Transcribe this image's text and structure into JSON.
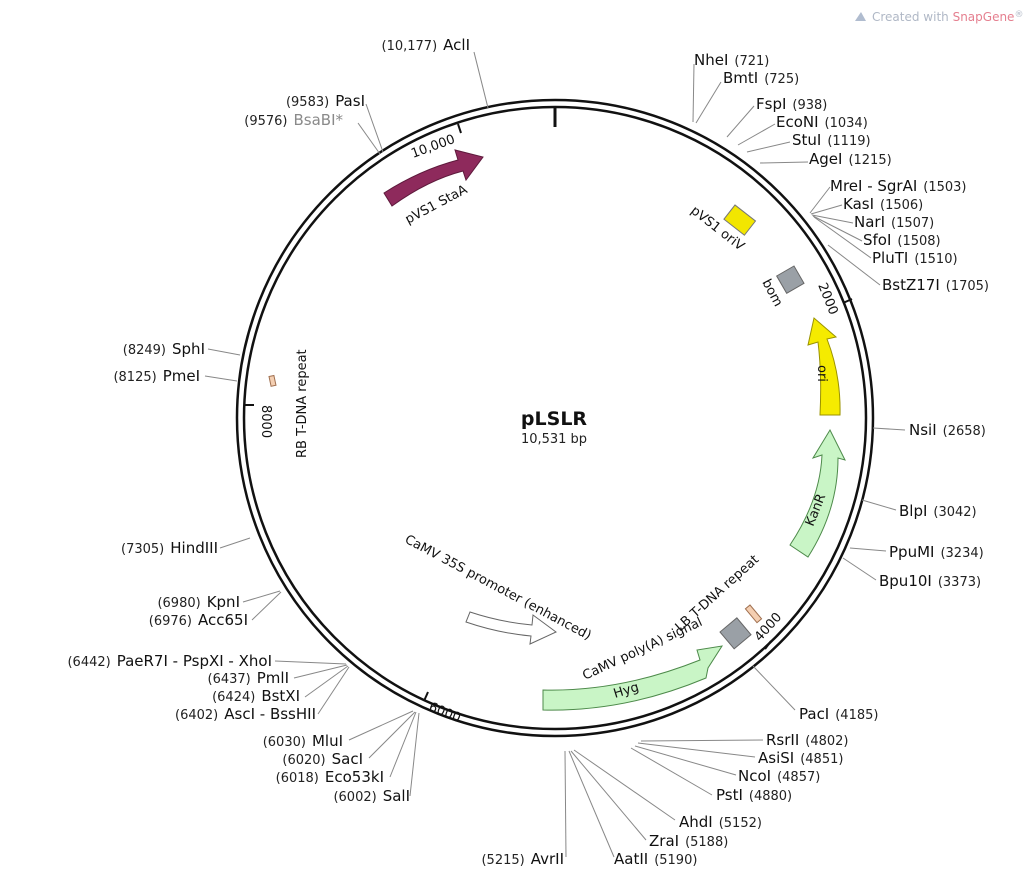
{
  "plasmid": {
    "name": "pLSLR",
    "size_label": "10,531 bp",
    "length_bp": 10531
  },
  "watermark": {
    "prefix": "Created with ",
    "brand": "SnapGene",
    "mark": "®"
  },
  "ticks": [
    {
      "bp": 2000,
      "label": "2000"
    },
    {
      "bp": 4000,
      "label": "4000"
    },
    {
      "bp": 6000,
      "label": "6000"
    },
    {
      "bp": 8000,
      "label": "8000"
    },
    {
      "bp": 10000,
      "label": "10,000"
    }
  ],
  "features": [
    {
      "name": "pVS1 StaA",
      "type": "arrow",
      "color": "#8e2a5c"
    },
    {
      "name": "pVS1 oriV",
      "type": "box",
      "color": "#f2e600"
    },
    {
      "name": "bom",
      "type": "box",
      "color": "#9aa0a6"
    },
    {
      "name": "ori",
      "type": "arrow",
      "color": "#f5eb00"
    },
    {
      "name": "KanR",
      "type": "arrow",
      "color": "#c9f5c6"
    },
    {
      "name": "LB T-DNA repeat",
      "type": "box",
      "color": "#f4cfb2"
    },
    {
      "name": "CaMV poly(A) signal",
      "type": "box",
      "color": "#9aa0a6"
    },
    {
      "name": "Hyg",
      "type": "arrow",
      "color": "#c9f5c6"
    },
    {
      "name": "CaMV 35S promoter (enhanced)",
      "type": "arrow",
      "color": "#ffffff"
    },
    {
      "name": "RB T-DNA repeat",
      "type": "box",
      "color": "#f4cfb2"
    }
  ],
  "sites": [
    {
      "name": "AclI",
      "pos": "(10,177)"
    },
    {
      "name": "PasI",
      "pos": "(9583)"
    },
    {
      "name": "BsaBI*",
      "pos": "(9576)"
    },
    {
      "name": "NheI",
      "pos": "(721)"
    },
    {
      "name": "BmtI",
      "pos": "(725)"
    },
    {
      "name": "FspI",
      "pos": "(938)"
    },
    {
      "name": "EcoNI",
      "pos": "(1034)"
    },
    {
      "name": "StuI",
      "pos": "(1119)"
    },
    {
      "name": "AgeI",
      "pos": "(1215)"
    },
    {
      "name": "MreI - SgrAI",
      "pos": "(1503)"
    },
    {
      "name": "KasI",
      "pos": "(1506)"
    },
    {
      "name": "NarI",
      "pos": "(1507)"
    },
    {
      "name": "SfoI",
      "pos": "(1508)"
    },
    {
      "name": "PluTI",
      "pos": "(1510)"
    },
    {
      "name": "BstZ17I",
      "pos": "(1705)"
    },
    {
      "name": "NsiI",
      "pos": "(2658)"
    },
    {
      "name": "BlpI",
      "pos": "(3042)"
    },
    {
      "name": "PpuMI",
      "pos": "(3234)"
    },
    {
      "name": "Bpu10I",
      "pos": "(3373)"
    },
    {
      "name": "PacI",
      "pos": "(4185)"
    },
    {
      "name": "RsrII",
      "pos": "(4802)"
    },
    {
      "name": "AsiSI",
      "pos": "(4851)"
    },
    {
      "name": "NcoI",
      "pos": "(4857)"
    },
    {
      "name": "PstI",
      "pos": "(4880)"
    },
    {
      "name": "AhdI",
      "pos": "(5152)"
    },
    {
      "name": "ZraI",
      "pos": "(5188)"
    },
    {
      "name": "AatII",
      "pos": "(5190)"
    },
    {
      "name": "AvrII",
      "pos": "(5215)"
    },
    {
      "name": "SalI",
      "pos": "(6002)"
    },
    {
      "name": "Eco53kI",
      "pos": "(6018)"
    },
    {
      "name": "SacI",
      "pos": "(6020)"
    },
    {
      "name": "MluI",
      "pos": "(6030)"
    },
    {
      "name": "AscI - BssHII",
      "pos": "(6402)"
    },
    {
      "name": "BstXI",
      "pos": "(6424)"
    },
    {
      "name": "PmlI",
      "pos": "(6437)"
    },
    {
      "name": "PaeR7I - PspXI - XhoI",
      "pos": "(6442)"
    },
    {
      "name": "Acc65I",
      "pos": "(6976)"
    },
    {
      "name": "KpnI",
      "pos": "(6980)"
    },
    {
      "name": "HindIII",
      "pos": "(7305)"
    },
    {
      "name": "PmeI",
      "pos": "(8125)"
    },
    {
      "name": "SphI",
      "pos": "(8249)"
    }
  ]
}
